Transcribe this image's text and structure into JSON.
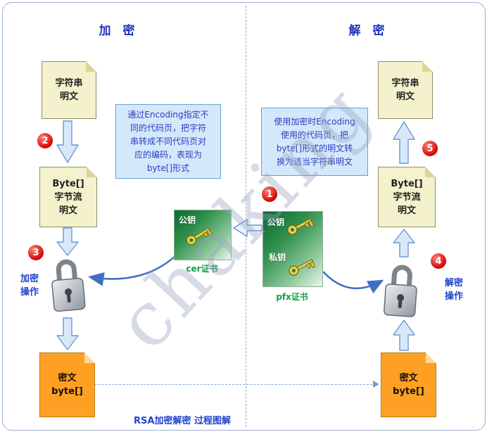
{
  "panel": {
    "title_left": "加　密",
    "title_right": "解　密",
    "caption": "RSA加密解密 过程图解",
    "watermark": "chaking"
  },
  "badges": {
    "b1": "1",
    "b2": "2",
    "b3": "3",
    "b4": "4",
    "b5": "5"
  },
  "left": {
    "doc_plain": "字符串\n明文",
    "doc_bytes": "Byte[]\n字节流\n明文",
    "doc_cipher": "密文\nbyte[]",
    "note": "通过Encoding指定不\n同的代码页，把字符\n串转成不同代码页对\n应的编码，表现为\nbyte[]形式",
    "op": "加密\n操作"
  },
  "right": {
    "doc_plain": "字符串\n明文",
    "doc_bytes": "Byte[]\n字节流\n明文",
    "doc_cipher": "密文\nbyte[]",
    "note": "使用加密时Encoding\n使用的代码页，把\nbyte[]形式的明文转\n换为适当字符串明文",
    "op": "解密\n操作"
  },
  "certs": {
    "cer": {
      "pub": "公钥",
      "label": "cer证书"
    },
    "pfx": {
      "pub": "公钥",
      "priv": "私钥",
      "label": "pfx证书"
    }
  }
}
